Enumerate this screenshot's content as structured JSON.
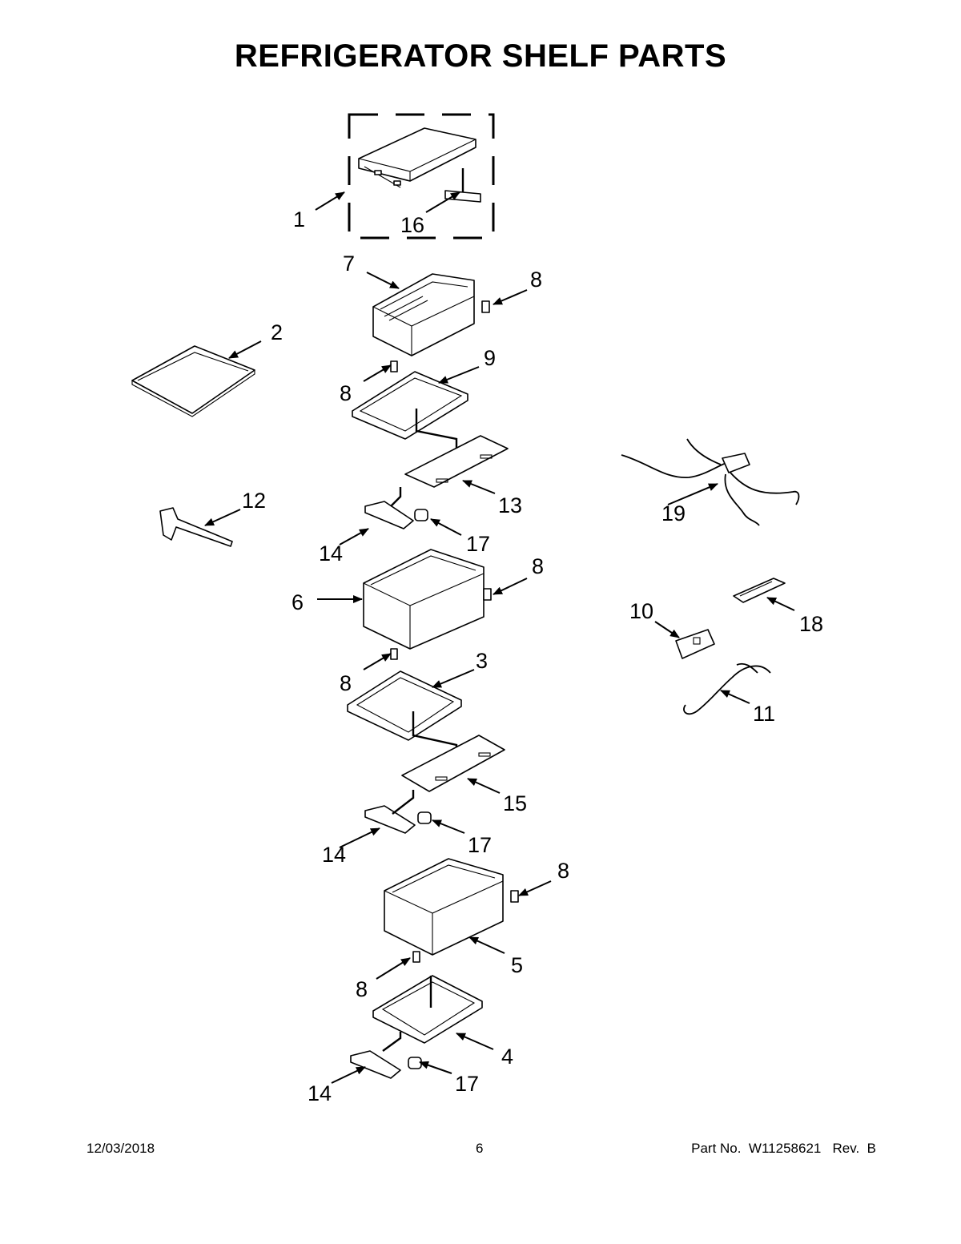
{
  "title": "REFRIGERATOR SHELF PARTS",
  "callouts": [
    {
      "id": "c1",
      "label": "1"
    },
    {
      "id": "c16",
      "label": "16"
    },
    {
      "id": "c7",
      "label": "7"
    },
    {
      "id": "c8a",
      "label": "8"
    },
    {
      "id": "c2",
      "label": "2"
    },
    {
      "id": "c8b",
      "label": "8"
    },
    {
      "id": "c9",
      "label": "9"
    },
    {
      "id": "c12",
      "label": "12"
    },
    {
      "id": "c13",
      "label": "13"
    },
    {
      "id": "c14a",
      "label": "14"
    },
    {
      "id": "c17a",
      "label": "17"
    },
    {
      "id": "c19",
      "label": "19"
    },
    {
      "id": "c6",
      "label": "6"
    },
    {
      "id": "c8c",
      "label": "8"
    },
    {
      "id": "c10",
      "label": "10"
    },
    {
      "id": "c18",
      "label": "18"
    },
    {
      "id": "c8d",
      "label": "8"
    },
    {
      "id": "c3",
      "label": "3"
    },
    {
      "id": "c11",
      "label": "11"
    },
    {
      "id": "c15",
      "label": "15"
    },
    {
      "id": "c14b",
      "label": "14"
    },
    {
      "id": "c17b",
      "label": "17"
    },
    {
      "id": "c8e",
      "label": "8"
    },
    {
      "id": "c5",
      "label": "5"
    },
    {
      "id": "c8f",
      "label": "8"
    },
    {
      "id": "c4",
      "label": "4"
    },
    {
      "id": "c14c",
      "label": "14"
    },
    {
      "id": "c17c",
      "label": "17"
    }
  ],
  "footer": {
    "date": "12/03/2018",
    "page": "6",
    "part_no": "Part No.  W11258621   Rev.  B"
  }
}
